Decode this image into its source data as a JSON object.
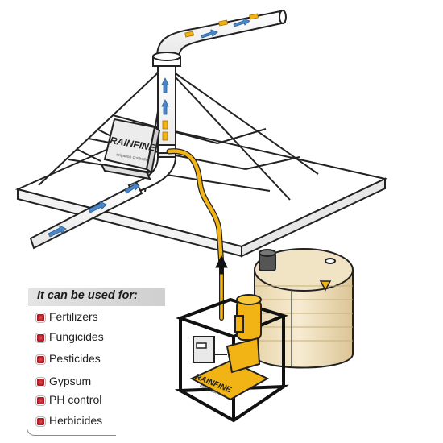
{
  "panel": {
    "title": "It can be used for:",
    "items": [
      {
        "label": "Fertilizers"
      },
      {
        "label": "Fungicides"
      },
      {
        "label": "Pesticides"
      },
      {
        "label": "Gypsum"
      },
      {
        "label": "PH control"
      },
      {
        "label": "Herbicides"
      }
    ]
  },
  "brand": {
    "logo_text": "RAINFINE",
    "controller_sub": "irrigation controller",
    "unit_sub": "Fertigation Unit"
  },
  "colors": {
    "pipe_yellow": "#f2b415",
    "flow_arrow": "#4a86c8",
    "tank": "#f3e6c8",
    "bullet": "#c41e2a"
  },
  "icons": [
    "bullet-icon",
    "flow-arrow-icon",
    "up-arrow-icon",
    "warning-icon"
  ]
}
